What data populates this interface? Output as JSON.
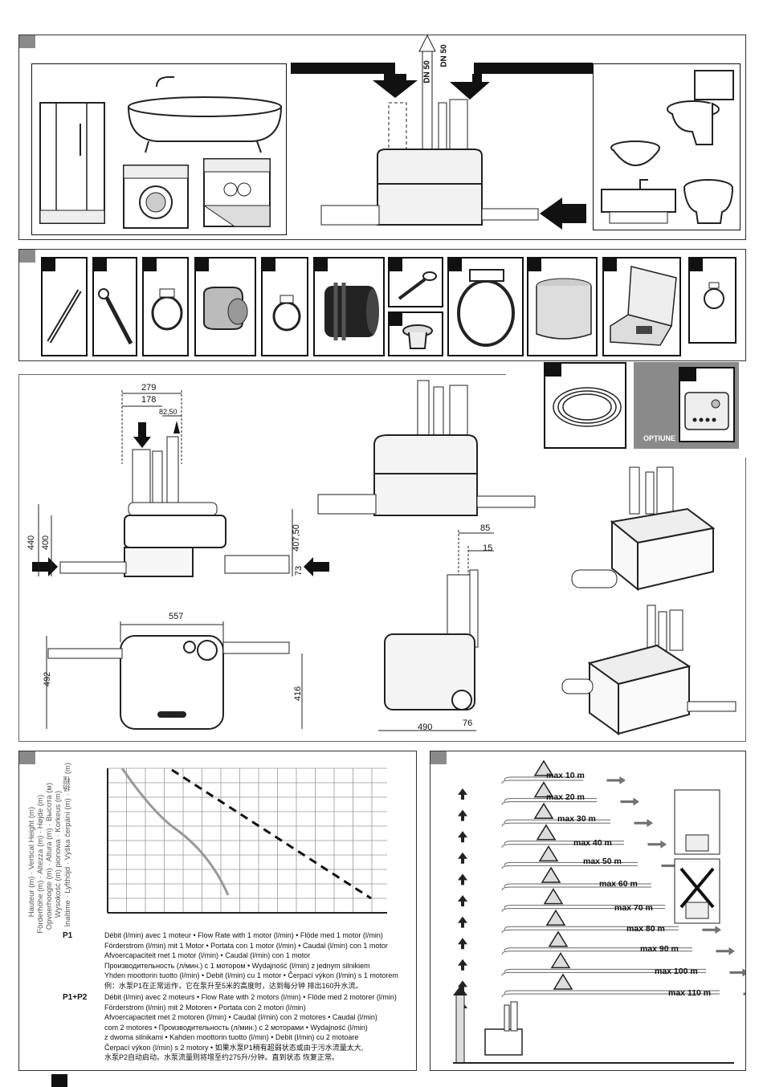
{
  "section1": {
    "pipes": {
      "dn50_left": "DN 50",
      "dn50_right": "DN 50"
    }
  },
  "section3": {
    "dims": {
      "w279": "279",
      "w178": "178",
      "w82": "82,50",
      "h440": "440",
      "h400": "400",
      "h407": "407,50",
      "h73": "73",
      "w557": "557",
      "h492": "492",
      "h416": "416",
      "w85": "85",
      "w15": "15",
      "w490": "490",
      "w76": "76"
    },
    "optiune_label": "OPȚIUNE"
  },
  "section4": {
    "y_axis_labels": [
      "Hauteur (m) · Vertical Height (m)",
      "Förderhöhe (m) · Altezza (m) · Højde (m)",
      "Opvoerhoogte (m) · Altura (m) · Высота (м)",
      "Wysokość (m) pionowa · Korkeus (m)",
      "Inaltime · Lyfthöjd · Výška čerpání (m) · 扬程 (m)"
    ],
    "p1_label": "P1",
    "p1_text": [
      "Débit (l/min) avec 1 moteur • Flow Rate with 1 motor (l/min) •  Flöde med 1 motor (l/min)",
      "Förderstrom (l/min) mit 1 Motor • Portata con 1 motor (l/min) • Caudal (l/min) con 1 motor",
      "Afvoercapaciteit met 1 motor (l/min) • Caudal (l/min) con 1 motor",
      "Производительность (л/мин.) с 1 мотором • Wydajność (l/min) z jednym silnikiem",
      "Yhden moottorin tuotto (l/min) • Debit (l/min) cu 1 motor •  Čerpací výkon (l/min) s 1 motorem",
      "例：水泵P1在正常运作，它在泵升至5米的高度时，达到每分钟 排出160升水流。"
    ],
    "p12_label": "P1+P2",
    "p12_text": [
      "Débit (l/min) avec 2 moteurs • Flow Rate with 2 motors (l/min) • Flöde med 2 motorer (l/min)",
      "Förderstrom (l/min) mit 2 Motoren • Portata con 2 motori (l/min)",
      "Afvoercapaciteit met 2 motoren (l/min) • Caudal (l/min) con 2 motores • Caudal (l/min)",
      "com 2 motores • Производительность (л/мин.) с 2 моторами • Wydajność (l/min)",
      "z dwoma silnikami • Kahden moottorin tuotto (l/min) • Debit (l/min) cu 2 motoare",
      "Čerpací výkon (l/min) s 2 motory • 如果水泵P1稍有超弱状态或由于污水流量太大,",
      "水泵P2自动启动。水泵流量则将增至约275升/分钟。直到状态 恢复正常。"
    ]
  },
  "section5": {
    "max_labels": [
      "max 10 m",
      "max 20 m",
      "max 30 m",
      "max 40 m",
      "max 50 m",
      "max 60 m",
      "max 70 m",
      "max 80 m",
      "max 90 m",
      "max 100 m",
      "max 110 m"
    ]
  }
}
